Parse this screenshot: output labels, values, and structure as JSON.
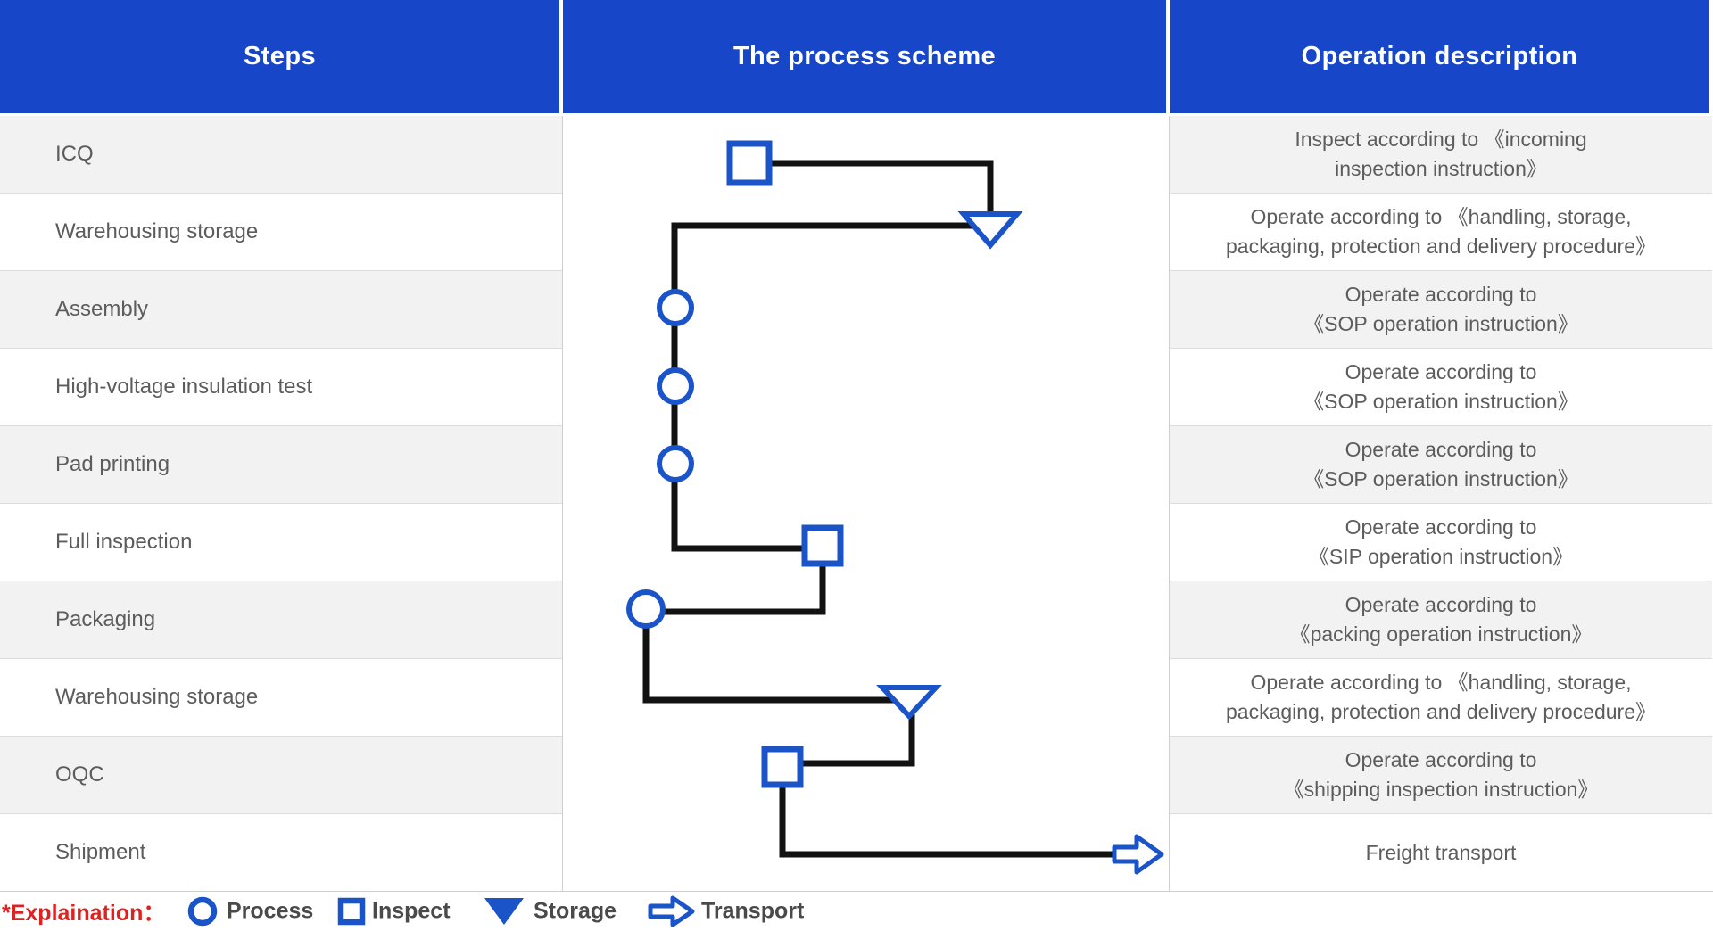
{
  "header": {
    "columns": [
      "Steps",
      "The process scheme",
      "Operation description"
    ]
  },
  "rows": [
    {
      "step": "ICQ",
      "symbol": "inspect",
      "description": [
        "Inspect according to 《incoming",
        "inspection instruction》"
      ]
    },
    {
      "step": "Warehousing storage",
      "symbol": "storage",
      "description": [
        "Operate according to 《handling, storage,",
        "packaging, protection and delivery procedure》"
      ]
    },
    {
      "step": "Assembly",
      "symbol": "process",
      "description": [
        "Operate according to",
        "《SOP operation instruction》"
      ]
    },
    {
      "step": "High-voltage insulation test",
      "symbol": "process",
      "description": [
        "Operate according to",
        "《SOP operation instruction》"
      ]
    },
    {
      "step": "Pad printing",
      "symbol": "process",
      "description": [
        "Operate according to",
        "《SOP operation instruction》"
      ]
    },
    {
      "step": "Full inspection",
      "symbol": "inspect",
      "description": [
        "Operate according to",
        "《SIP operation instruction》"
      ]
    },
    {
      "step": "Packaging",
      "symbol": "process",
      "description": [
        "Operate according to",
        "《packing operation instruction》"
      ]
    },
    {
      "step": "Warehousing storage",
      "symbol": "storage",
      "description": [
        "Operate according to 《handling, storage,",
        "packaging, protection and delivery procedure》"
      ]
    },
    {
      "step": "OQC",
      "symbol": "inspect",
      "description": [
        "Operate according to",
        "《shipping inspection instruction》"
      ]
    },
    {
      "step": "Shipment",
      "symbol": "transport",
      "description": "Freight transport"
    }
  ],
  "legend": {
    "title": "*Explaination：",
    "items": [
      {
        "symbol": "circle-icon",
        "label": "Process"
      },
      {
        "symbol": "square-icon",
        "label": "Inspect"
      },
      {
        "symbol": "triangle-icon",
        "label": "Storage"
      },
      {
        "symbol": "arrow-icon",
        "label": "Transport"
      }
    ]
  },
  "colors": {
    "header_bg": "#1747c8",
    "symbol_blue": "#1b53c9",
    "flow_line": "#121212",
    "alt_row_bg": "#f2f2f2",
    "body_text": "#5c5c5c",
    "legend_red": "#dd2222"
  }
}
